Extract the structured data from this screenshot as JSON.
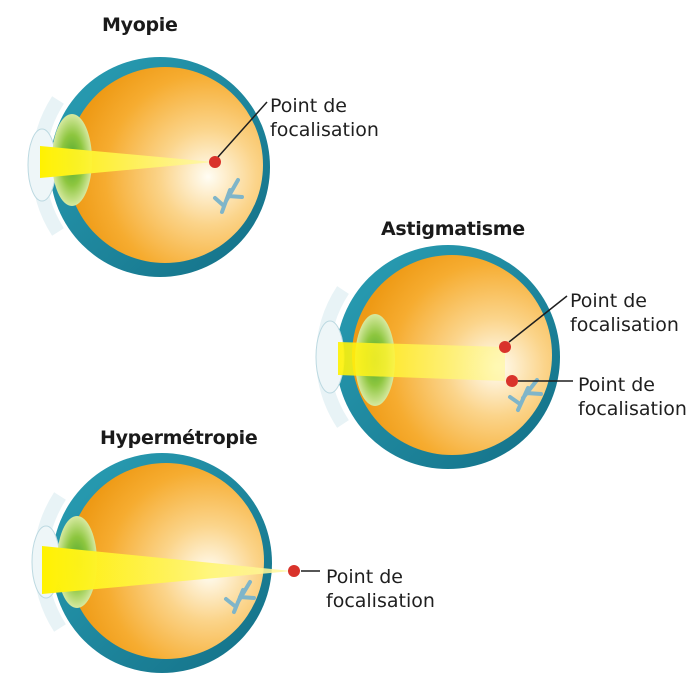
{
  "diagrams": [
    {
      "id": "myopie",
      "title": "Myopie",
      "focal_points": [
        {
          "line1": "Point de",
          "line2": "focalisation"
        }
      ]
    },
    {
      "id": "astigmatisme",
      "title": "Astigmatisme",
      "focal_points": [
        {
          "line1": "Point de",
          "line2": "focalisation"
        },
        {
          "line1": "Point de",
          "line2": "focalisation"
        }
      ]
    },
    {
      "id": "hypermetropie",
      "title": "Hypermétropie",
      "focal_points": [
        {
          "line1": "Point de",
          "line2": "focalisation"
        }
      ]
    }
  ],
  "colors": {
    "sclera": "#1f8fa6",
    "eye_inner": "#f4a31c",
    "lens": "#8dc63f",
    "light_beam": "#fff200",
    "focal_dot": "#d9332b",
    "nerve": "#7fb5c9"
  }
}
